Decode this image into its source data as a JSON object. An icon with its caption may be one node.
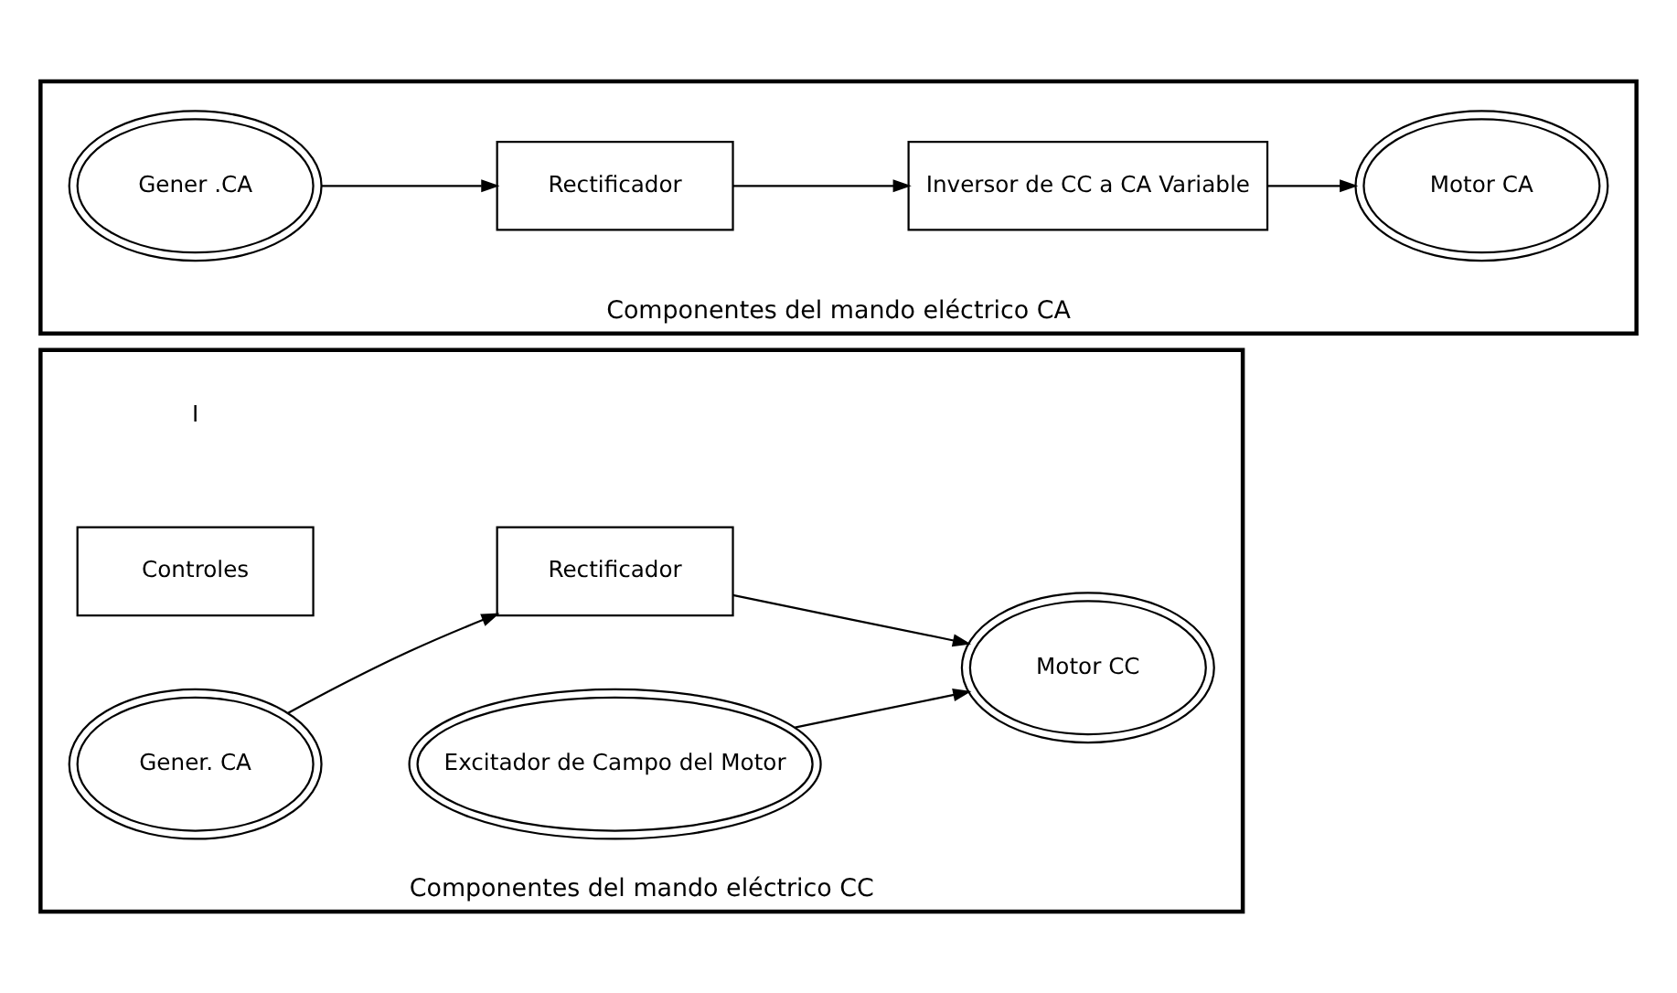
{
  "diagram": {
    "nodes": [
      {
        "text": [
          "Componentes del mando eléctrico CC"
        ]
      },
      {
        "text": [
          "Controles"
        ],
        "in": 0
      },
      {
        "text": [
          "Gener. CA"
        ],
        "in": 0
      },
      {
        "text": [
          "Rectificador"
        ],
        "in": 0
      },
      {
        "text": [
          "Motor CC"
        ],
        "in": 0
      },
      {
        "text": [
          "Excitador de Campo del Motor"
        ],
        "in": 0
      },
      {
        "text": [
          "Componentes del mando eléctrico CA"
        ]
      },
      {
        "text": [
          "Gener .CA"
        ],
        "in": 6
      },
      {
        "text": [
          "Rectificador"
        ],
        "in": 6
      },
      {
        "text": [
          "Inversor de CC a CA Variable"
        ],
        "in": 6
      },
      {
        "text": [
          "Motor CA"
        ],
        "in": 6
      }
    ],
    "edges": [
      {
        "from": 2,
        "to": 3,
        "arrow": "to"
      },
      {
        "from": 3,
        "to": 4,
        "arrow": "to"
      },
      {
        "from": 5,
        "to": 4,
        "arrow": "to"
      },
      {
        "from": 7,
        "to": 8,
        "arrow": "to"
      },
      {
        "from": 8,
        "to": 9,
        "arrow": "to"
      },
      {
        "from": 9,
        "to": 10,
        "arrow": "to"
      }
    ],
    "labels": [
      "I"
    ]
  }
}
